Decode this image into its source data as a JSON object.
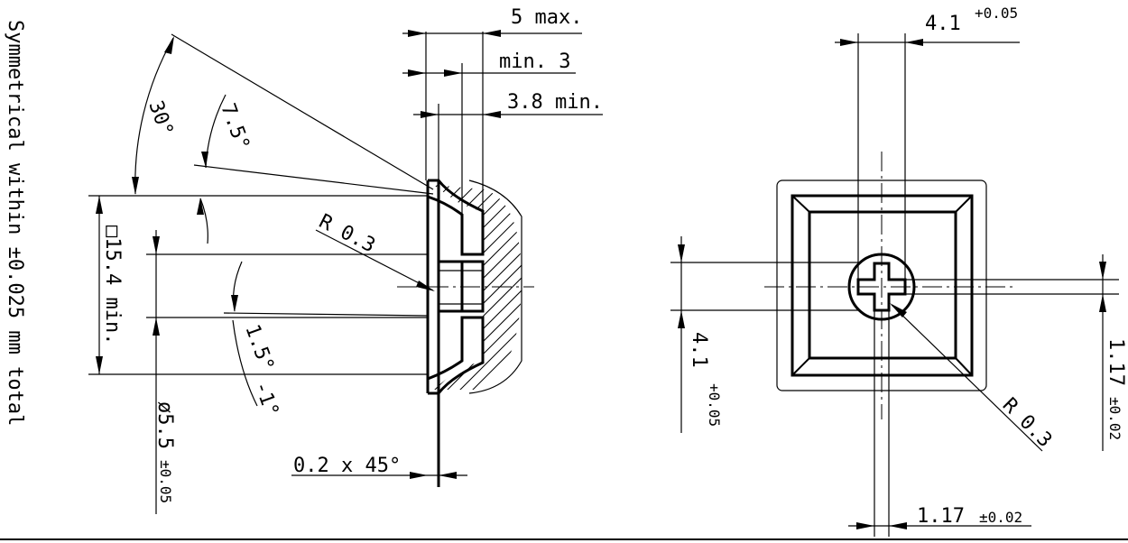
{
  "note": "Symmetrical within ±0.025 mm total",
  "side_view": {
    "dim_5max": "5 max.",
    "dim_min3": "min. 3",
    "dim_38min": "3.8 min.",
    "angle_30": "30°",
    "angle_75": "7.5°",
    "radius": "R 0.3",
    "square": "□15.4 min.",
    "angle_15": "1.5°",
    "angle_tol": "-1°",
    "diameter": "ø5.5",
    "diameter_tol": "±0.05",
    "chamfer": "0.2 x 45°"
  },
  "front_view": {
    "top_dim": "4.1",
    "top_tol": "+0.05",
    "left_dim": "4.1",
    "left_tol": "+0.05",
    "right_dim": "1.17",
    "right_tol": "±0.02",
    "bottom_dim": "1.17",
    "bottom_tol": "±0.02",
    "radius": "R 0.3"
  }
}
